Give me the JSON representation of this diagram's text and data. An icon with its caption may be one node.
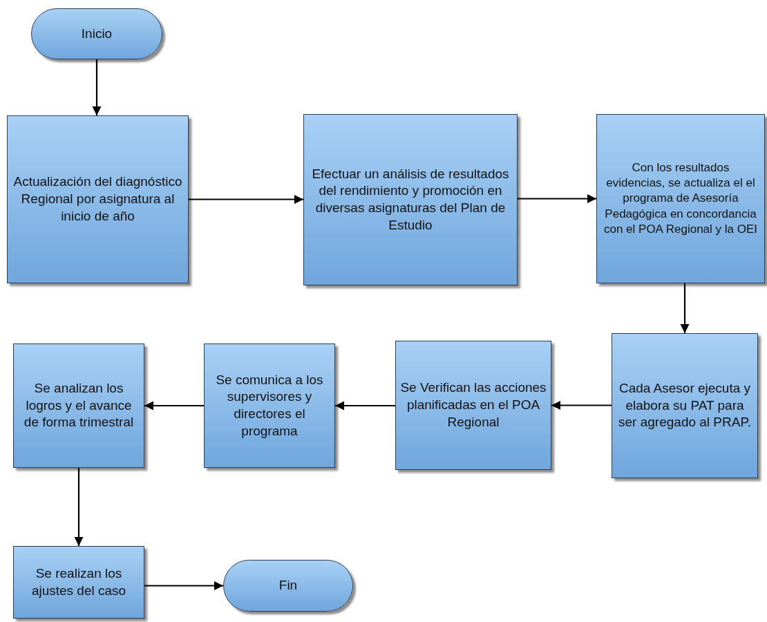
{
  "diagram": {
    "nodes": [
      {
        "text": [
          "Inicio"
        ]
      },
      {
        "text": [
          "Actualización del diagnóstico Regional por asignatura al inicio de año"
        ]
      },
      {
        "text": [
          "Efectuar un análisis de resultados del rendimiento y promoción en diversas asignaturas del Plan de Estudio"
        ]
      },
      {
        "text": [
          "Con los resultados evidencias, se actualiza el el programa de Asesoría Pedagógica en concordancia con el POA Regional y la OEI"
        ]
      },
      {
        "text": [
          "Cada Asesor ejecuta y elabora su PAT para ser agregado al PRAP."
        ]
      },
      {
        "text": [
          "Se Verifican las acciones planificadas en el POA Regional"
        ]
      },
      {
        "text": [
          "Se comunica a los supervisores y directores el programa"
        ]
      },
      {
        "text": [
          "Se analizan los logros y el avance de forma trimestral"
        ]
      },
      {
        "text": [
          "Se realizan los ajustes del caso"
        ]
      },
      {
        "text": [
          "Fin"
        ]
      }
    ],
    "edges": [
      {
        "from": 0,
        "to": 1,
        "arrow": "to"
      },
      {
        "from": 1,
        "to": 2,
        "arrow": "to"
      },
      {
        "from": 2,
        "to": 3,
        "arrow": "to"
      },
      {
        "from": 3,
        "to": 4,
        "arrow": "to"
      },
      {
        "from": 4,
        "to": 5,
        "arrow": "to"
      },
      {
        "from": 5,
        "to": 6,
        "arrow": "to"
      },
      {
        "from": 6,
        "to": 7,
        "arrow": "to"
      },
      {
        "from": 7,
        "to": 8,
        "arrow": "to"
      },
      {
        "from": 8,
        "to": 9,
        "arrow": "to"
      }
    ]
  }
}
